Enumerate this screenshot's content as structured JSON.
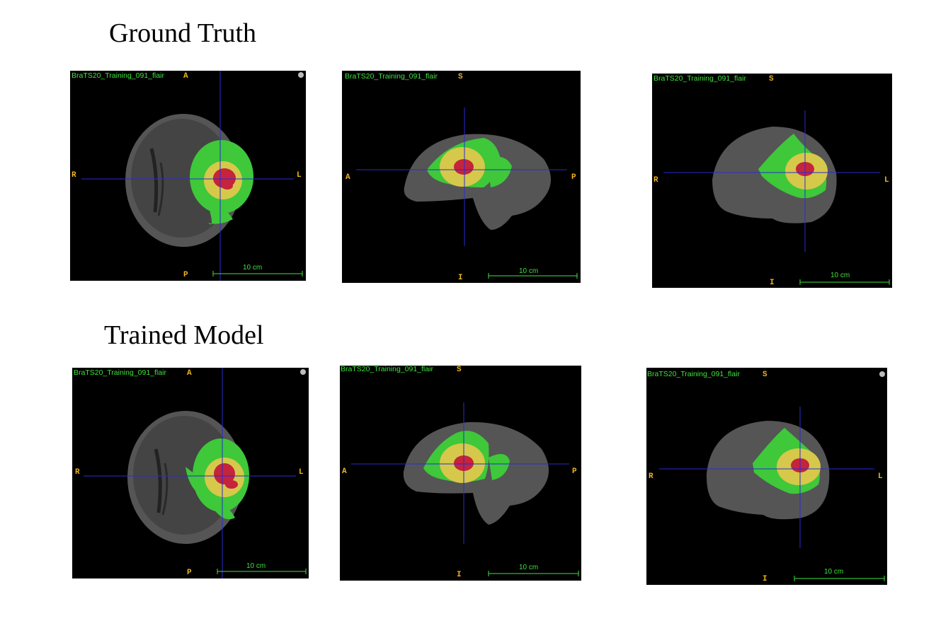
{
  "headings": {
    "ground_truth": "Ground Truth",
    "trained_model": "Trained Model"
  },
  "file_name": "BraTS20_Training_091_flair",
  "scale_bar": "10 cm",
  "orientation_labels": {
    "axial": {
      "top": "A",
      "bottom": "P",
      "left": "R",
      "right": "L"
    },
    "sagittal": {
      "top": "S",
      "bottom": "I",
      "left": "A",
      "right": "P"
    },
    "coronal": {
      "top": "S",
      "bottom": "I",
      "left": "R",
      "right": "L"
    }
  },
  "segmentation_colors": {
    "edema": "#3ec83a",
    "tumor_core": "#d6c84a",
    "enhancing": "#c4243c",
    "crosshair": "#2a2ad8",
    "label_green": "#3fe33a",
    "label_orange": "#f0b520"
  }
}
